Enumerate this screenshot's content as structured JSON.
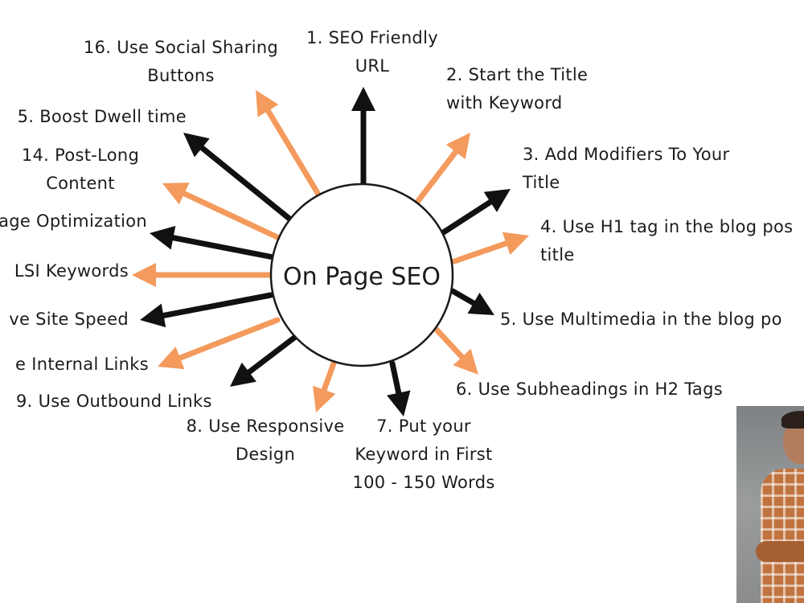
{
  "hub": {
    "label": "On Page SEO"
  },
  "colors": {
    "black": "#111111",
    "orange": "#f39a5c",
    "outline": "#1a1a1a"
  },
  "spokes": [
    {
      "id": "s1",
      "lines": [
        "1. SEO Friendly",
        "URL"
      ],
      "color": "black"
    },
    {
      "id": "s2",
      "lines": [
        "2. Start the Title",
        "with Keyword"
      ],
      "color": "orange"
    },
    {
      "id": "s3",
      "lines": [
        "3. Add Modifiers To Your",
        "Title"
      ],
      "color": "black"
    },
    {
      "id": "s4",
      "lines": [
        "4. Use H1 tag in the blog pos",
        "title"
      ],
      "color": "orange"
    },
    {
      "id": "s5",
      "lines": [
        "5. Use Multimedia in the blog po"
      ],
      "color": "black"
    },
    {
      "id": "s6",
      "lines": [
        "6. Use Subheadings in H2 Tags"
      ],
      "color": "orange"
    },
    {
      "id": "s7",
      "lines": [
        "7. Put your",
        "Keyword in First",
        "100 - 150 Words"
      ],
      "color": "black"
    },
    {
      "id": "s8",
      "lines": [
        "8. Use Responsive",
        "Design"
      ],
      "color": "orange"
    },
    {
      "id": "s9",
      "lines": [
        "9. Use Outbound Links"
      ],
      "color": "black"
    },
    {
      "id": "s10",
      "lines": [
        "e Internal Links"
      ],
      "color": "orange"
    },
    {
      "id": "s11",
      "lines": [
        "ve Site Speed"
      ],
      "color": "black"
    },
    {
      "id": "s12",
      "lines": [
        "LSI Keywords"
      ],
      "color": "orange"
    },
    {
      "id": "s13",
      "lines": [
        "age Optimization"
      ],
      "color": "black"
    },
    {
      "id": "s14",
      "lines": [
        "14.  Post-Long",
        "Content"
      ],
      "color": "orange"
    },
    {
      "id": "s15",
      "lines": [
        "5. Boost Dwell time"
      ],
      "color": "black"
    },
    {
      "id": "s16",
      "lines": [
        "16. Use Social Sharing",
        "Buttons"
      ],
      "color": "orange"
    }
  ],
  "photo": {
    "alt": "presenter photo"
  }
}
